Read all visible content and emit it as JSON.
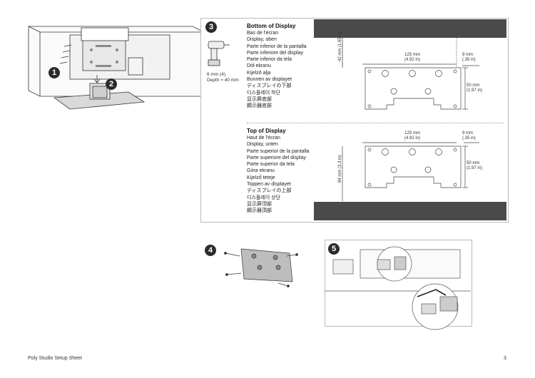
{
  "steps": {
    "s1": "1",
    "s2": "2",
    "s3": "3",
    "s4": "4",
    "s5": "5"
  },
  "step3": {
    "screw_size": "6 mm (4)",
    "depth": "Depth = 40 mm",
    "bottom": {
      "title": "Bottom of Display",
      "languages": [
        "Bas de l'écran",
        "Display, oben",
        "Parte inferior de la pantalla",
        "Parte inferiore del display",
        "Parte inferior da tela",
        "Dół ekranu",
        "Kijelző alja",
        "Bunnen av displayet",
        "ディスプレイの下部",
        "디스플레이 하단",
        "显示屏底部",
        "顯示器底部"
      ]
    },
    "top": {
      "title": "Top of Display",
      "languages": [
        "Haut de l'écran",
        "Display, unten",
        "Parte superior de la pantalla",
        "Parte superiore del display",
        "Parte superior da tela",
        "Góra ekranu",
        "Kijelző teteje",
        "Toppen av displayet",
        "ディスプレイの上部",
        "디스플레이 상단",
        "显示屏顶部",
        "顯示器頂部"
      ]
    },
    "dims": {
      "width_mm": "125 mm",
      "width_in": "(4.92 in)",
      "edge_mm": "9 mm",
      "edge_in": "(.35 in)",
      "height_mm": "50 mm",
      "height_in": "(1.97 in)",
      "bottom_offset_mm": "42 mm",
      "bottom_offset_in": "(1.65 in)",
      "top_offset_mm": "84 mm",
      "top_offset_in": "(3.3 in)"
    }
  },
  "footer": {
    "title": "Poly Studio Setup Sheet",
    "page": "3"
  }
}
